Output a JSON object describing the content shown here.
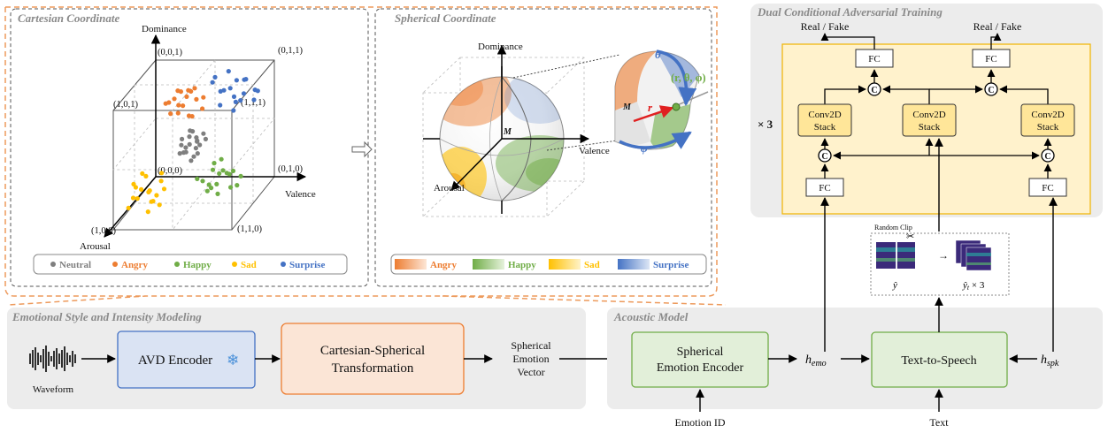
{
  "cartesian": {
    "title": "Cartesian Coordinate",
    "axis_dominance": "Dominance",
    "axis_valence": "Valence",
    "axis_arousal": "Arousal",
    "corner_001": "(0,0,1)",
    "corner_011": "(0,1,1)",
    "corner_101": "(1,0,1)",
    "corner_111": "(1,1,1)",
    "corner_000": "(0,0,0)",
    "corner_010": "(0,1,0)",
    "corner_100": "(1,0,0)",
    "corner_110": "(1,1,0)",
    "legend": [
      {
        "label": "Neutral",
        "color": "#7f7f7f"
      },
      {
        "label": "Angry",
        "color": "#ed7d31"
      },
      {
        "label": "Happy",
        "color": "#70ad47"
      },
      {
        "label": "Sad",
        "color": "#ffc000"
      },
      {
        "label": "Surprise",
        "color": "#4472c4"
      }
    ]
  },
  "spherical": {
    "title": "Spherical Coordinate",
    "axis_dominance": "Dominance",
    "axis_valence": "Valence",
    "axis_arousal": "Arousal",
    "center": "M",
    "center_zoom": "M",
    "theta": "θ",
    "phi": "φ",
    "r": "r",
    "point": "(r, θ, φ)",
    "legend": [
      {
        "label": "Angry",
        "color": "#ed7d31"
      },
      {
        "label": "Happy",
        "color": "#70ad47"
      },
      {
        "label": "Sad",
        "color": "#ffc000"
      },
      {
        "label": "Surprise",
        "color": "#4472c4"
      }
    ]
  },
  "dcat": {
    "title": "Dual Conditional Adversarial Training",
    "real_fake_1": "Real / Fake",
    "real_fake_2": "Real / Fake",
    "fc_top_1": "FC",
    "fc_top_2": "FC",
    "concat": "C",
    "conv_line1": "Conv2D",
    "conv_line2": "Stack",
    "fc_bottom_1": "FC",
    "fc_bottom_2": "FC",
    "repeat": "× 3"
  },
  "random_clip": {
    "title": "Random Clip",
    "arrow": "→",
    "y_hat": "ŷ",
    "y_hat_t": "ŷ",
    "y_hat_t_sub": "t",
    "y_hat_t_times": " × 3"
  },
  "emotion_modeling": {
    "title": "Emotional Style and Intensity Modeling",
    "waveform": "Waveform",
    "avd_encoder": "AVD Encoder",
    "cs_line1": "Cartesian-Spherical",
    "cs_line2": "Transformation",
    "sev_line1": "Spherical",
    "sev_line2": "Emotion",
    "sev_line3": "Vector"
  },
  "acoustic": {
    "title": "Acoustic Model",
    "see_line1": "Spherical",
    "see_line2": "Emotion Encoder",
    "h_emo": "h",
    "h_emo_sub": "emo",
    "tts": "Text-to-Speech",
    "h_spk": "h",
    "h_spk_sub": "spk",
    "emotion_id": "Emotion ID",
    "text": "Text"
  },
  "colors": {
    "neutral": "#7f7f7f",
    "angry": "#ed7d31",
    "happy": "#70ad47",
    "sad": "#ffc000",
    "surprise": "#4472c4",
    "avd_fill": "#dae3f3",
    "cs_fill": "#fbe5d6",
    "green_fill": "#e2efd9",
    "yellow_fill": "#fff2cc",
    "conv_fill": "#ffe699"
  },
  "icons": {
    "waveform": "waveform-icon",
    "snowflake": "snowflake-icon",
    "scissors": "scissors-icon"
  },
  "scatter_data": {
    "Neutral": [
      [
        0.55,
        0.45,
        0.5
      ],
      [
        0.5,
        0.4,
        0.55
      ],
      [
        0.45,
        0.5,
        0.45
      ],
      [
        0.5,
        0.55,
        0.5
      ],
      [
        0.6,
        0.5,
        0.55
      ],
      [
        0.55,
        0.55,
        0.45
      ],
      [
        0.45,
        0.45,
        0.6
      ],
      [
        0.5,
        0.5,
        0.4
      ],
      [
        0.55,
        0.4,
        0.45
      ],
      [
        0.48,
        0.52,
        0.52
      ],
      [
        0.52,
        0.47,
        0.58
      ],
      [
        0.6,
        0.45,
        0.48
      ],
      [
        0.42,
        0.5,
        0.5
      ],
      [
        0.5,
        0.6,
        0.55
      ],
      [
        0.58,
        0.55,
        0.6
      ],
      [
        0.46,
        0.42,
        0.42
      ],
      [
        0.53,
        0.5,
        0.63
      ],
      [
        0.57,
        0.42,
        0.53
      ],
      [
        0.44,
        0.56,
        0.57
      ],
      [
        0.62,
        0.52,
        0.42
      ]
    ],
    "Angry": [
      [
        0.3,
        0.3,
        0.75
      ],
      [
        0.25,
        0.35,
        0.8
      ],
      [
        0.35,
        0.25,
        0.7
      ],
      [
        0.2,
        0.4,
        0.85
      ],
      [
        0.3,
        0.45,
        0.8
      ],
      [
        0.4,
        0.3,
        0.85
      ],
      [
        0.25,
        0.2,
        0.75
      ],
      [
        0.35,
        0.4,
        0.9
      ],
      [
        0.2,
        0.3,
        0.7
      ],
      [
        0.45,
        0.35,
        0.75
      ],
      [
        0.3,
        0.5,
        0.72
      ],
      [
        0.15,
        0.35,
        0.8
      ],
      [
        0.4,
        0.45,
        0.7
      ],
      [
        0.28,
        0.38,
        0.65
      ],
      [
        0.38,
        0.22,
        0.8
      ],
      [
        0.22,
        0.48,
        0.78
      ],
      [
        0.33,
        0.33,
        0.88
      ],
      [
        0.18,
        0.25,
        0.82
      ]
    ],
    "Happy": [
      [
        0.6,
        0.75,
        0.3
      ],
      [
        0.65,
        0.8,
        0.35
      ],
      [
        0.7,
        0.7,
        0.25
      ],
      [
        0.55,
        0.85,
        0.3
      ],
      [
        0.75,
        0.75,
        0.4
      ],
      [
        0.6,
        0.9,
        0.2
      ],
      [
        0.7,
        0.85,
        0.35
      ],
      [
        0.65,
        0.7,
        0.2
      ],
      [
        0.8,
        0.8,
        0.3
      ],
      [
        0.55,
        0.75,
        0.4
      ],
      [
        0.6,
        0.65,
        0.15
      ],
      [
        0.75,
        0.9,
        0.25
      ],
      [
        0.7,
        0.6,
        0.3
      ],
      [
        0.5,
        0.8,
        0.25
      ],
      [
        0.85,
        0.7,
        0.35
      ],
      [
        0.65,
        0.95,
        0.3
      ],
      [
        0.58,
        0.7,
        0.38
      ],
      [
        0.72,
        0.78,
        0.18
      ]
    ],
    "Sad": [
      [
        0.85,
        0.15,
        0.2
      ],
      [
        0.9,
        0.2,
        0.3
      ],
      [
        0.8,
        0.25,
        0.15
      ],
      [
        0.75,
        0.1,
        0.25
      ],
      [
        0.9,
        0.3,
        0.2
      ],
      [
        0.85,
        0.35,
        0.35
      ],
      [
        0.7,
        0.2,
        0.2
      ],
      [
        0.95,
        0.15,
        0.25
      ],
      [
        0.8,
        0.1,
        0.3
      ],
      [
        0.75,
        0.3,
        0.1
      ],
      [
        0.65,
        0.15,
        0.3
      ],
      [
        0.88,
        0.25,
        0.1
      ],
      [
        0.78,
        0.35,
        0.25
      ],
      [
        0.92,
        0.1,
        0.15
      ],
      [
        0.7,
        0.3,
        0.35
      ],
      [
        0.82,
        0.18,
        0.4
      ],
      [
        0.95,
        0.28,
        0.3
      ],
      [
        0.68,
        0.25,
        0.15
      ]
    ],
    "Surprise": [
      [
        0.2,
        0.7,
        0.85
      ],
      [
        0.15,
        0.8,
        0.9
      ],
      [
        0.25,
        0.75,
        0.8
      ],
      [
        0.1,
        0.65,
        0.95
      ],
      [
        0.3,
        0.85,
        0.85
      ],
      [
        0.2,
        0.9,
        0.75
      ],
      [
        0.15,
        0.6,
        0.8
      ],
      [
        0.35,
        0.7,
        0.9
      ],
      [
        0.25,
        0.85,
        0.95
      ],
      [
        0.1,
        0.75,
        0.7
      ],
      [
        0.3,
        0.65,
        0.75
      ],
      [
        0.2,
        0.55,
        0.9
      ],
      [
        0.35,
        0.8,
        0.8
      ],
      [
        0.05,
        0.7,
        0.85
      ],
      [
        0.25,
        0.95,
        0.85
      ],
      [
        0.18,
        0.72,
        0.65
      ],
      [
        0.28,
        0.6,
        0.98
      ],
      [
        0.12,
        0.88,
        0.8
      ]
    ]
  }
}
